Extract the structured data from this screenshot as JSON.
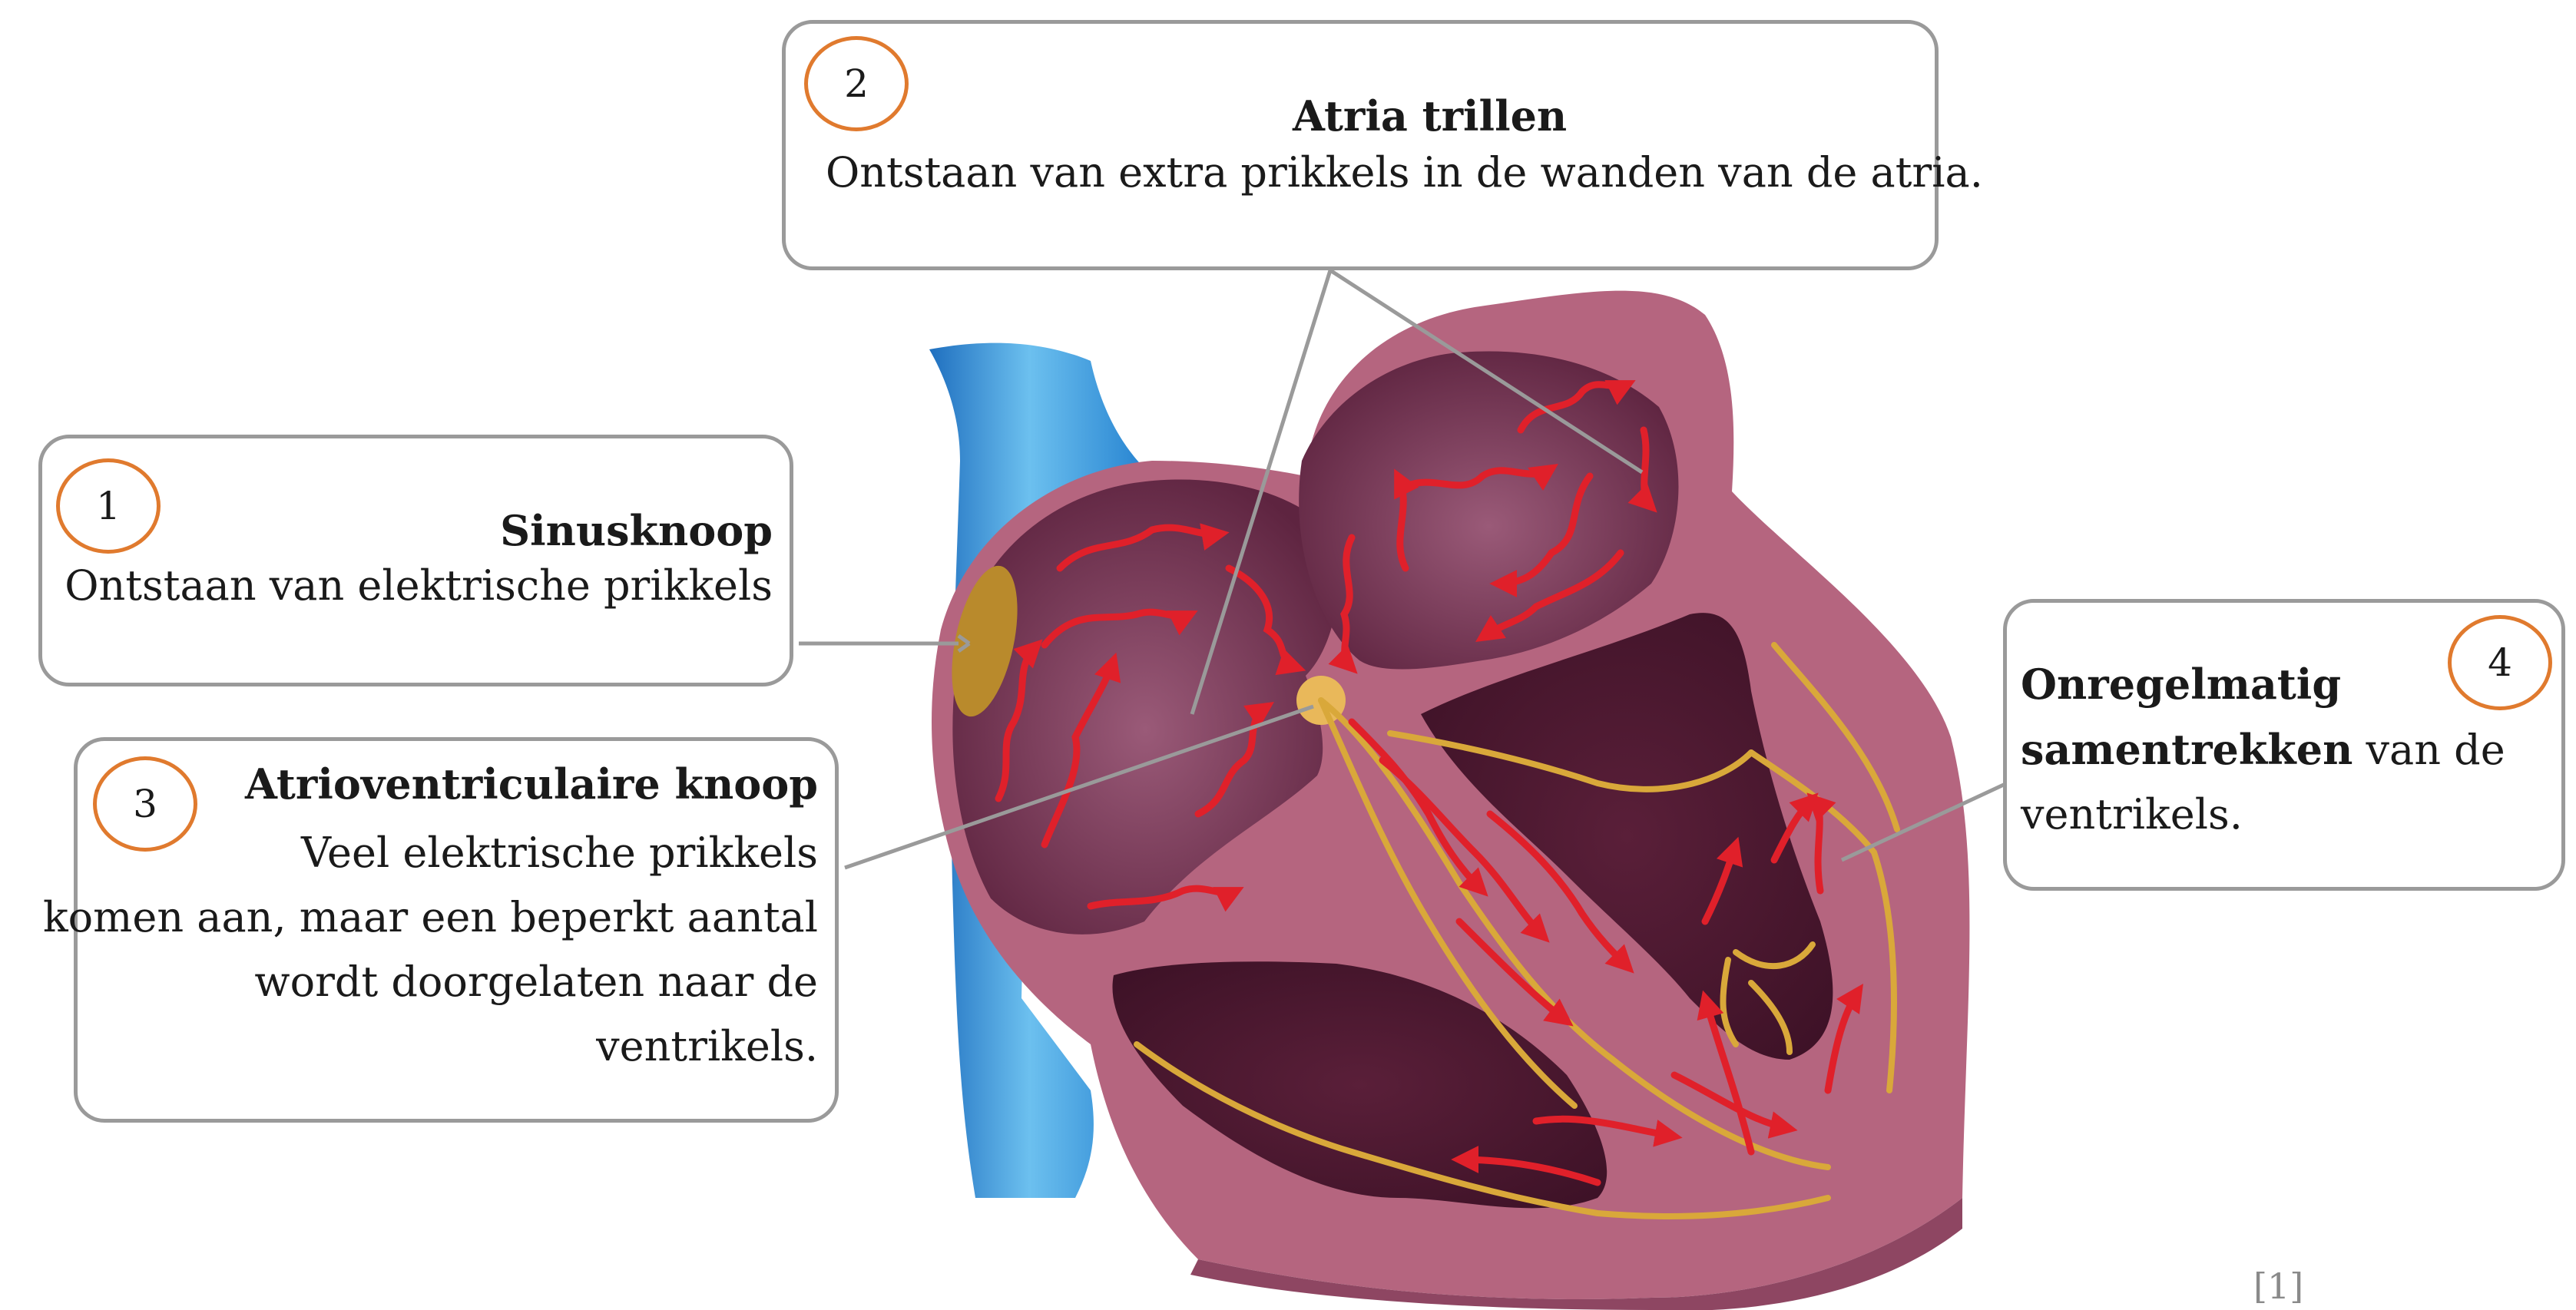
{
  "callouts": {
    "sinus": {
      "number": "1",
      "title": "Sinusknoop",
      "text": "Ontstaan van elektrische prikkels"
    },
    "atria": {
      "number": "2",
      "title": "Atria trillen",
      "text": "Ontstaan van extra prikkels in de wanden van de atria."
    },
    "av": {
      "number": "3",
      "title": "Atrioventriculaire knoop",
      "lines": [
        "Veel elektrische prikkels",
        "komen aan, maar een beperkt aantal",
        "wordt doorgelaten naar de",
        "ventrikels."
      ]
    },
    "ventrikels": {
      "number": "4",
      "title_line1": "Onregelmatig",
      "title_line2": "samentrekken",
      "rest_line2": " van de",
      "line3": "ventrikels."
    }
  },
  "source_ref": "[1]",
  "colors": {
    "callout_border": "#9a9a9a",
    "number_circle": "#e07a2e",
    "heart_wall": "#b5657f",
    "chamber": "#6e2a47",
    "vessel": "#2f8fd6",
    "impulse_arrow": "#e0202a",
    "conduction_fiber": "#d9a83a"
  }
}
